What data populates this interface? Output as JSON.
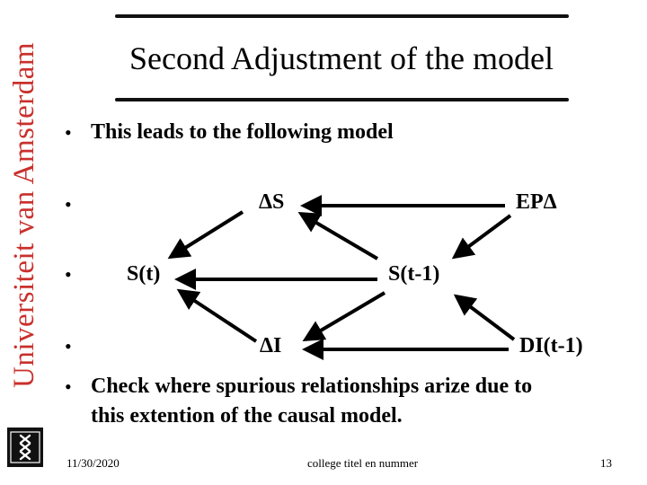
{
  "sidebar": {
    "institution": "Universiteit van Amsterdam",
    "brand_color": "#c9302c"
  },
  "title": "Second Adjustment of the model",
  "bullets": [
    "This leads to the following model",
    "Check where spurious relationships arize due to",
    "this extention of the causal model."
  ],
  "nodes": {
    "delta_s": "ΔS",
    "ep_delta": "EPΔ",
    "s_t": "S(t)",
    "s_t1": "S(t-1)",
    "delta_i": "ΔI",
    "di_t1": "DI(t-1)"
  },
  "footer": {
    "date": "11/30/2020",
    "center": "college titel en nummer",
    "page": "13"
  }
}
